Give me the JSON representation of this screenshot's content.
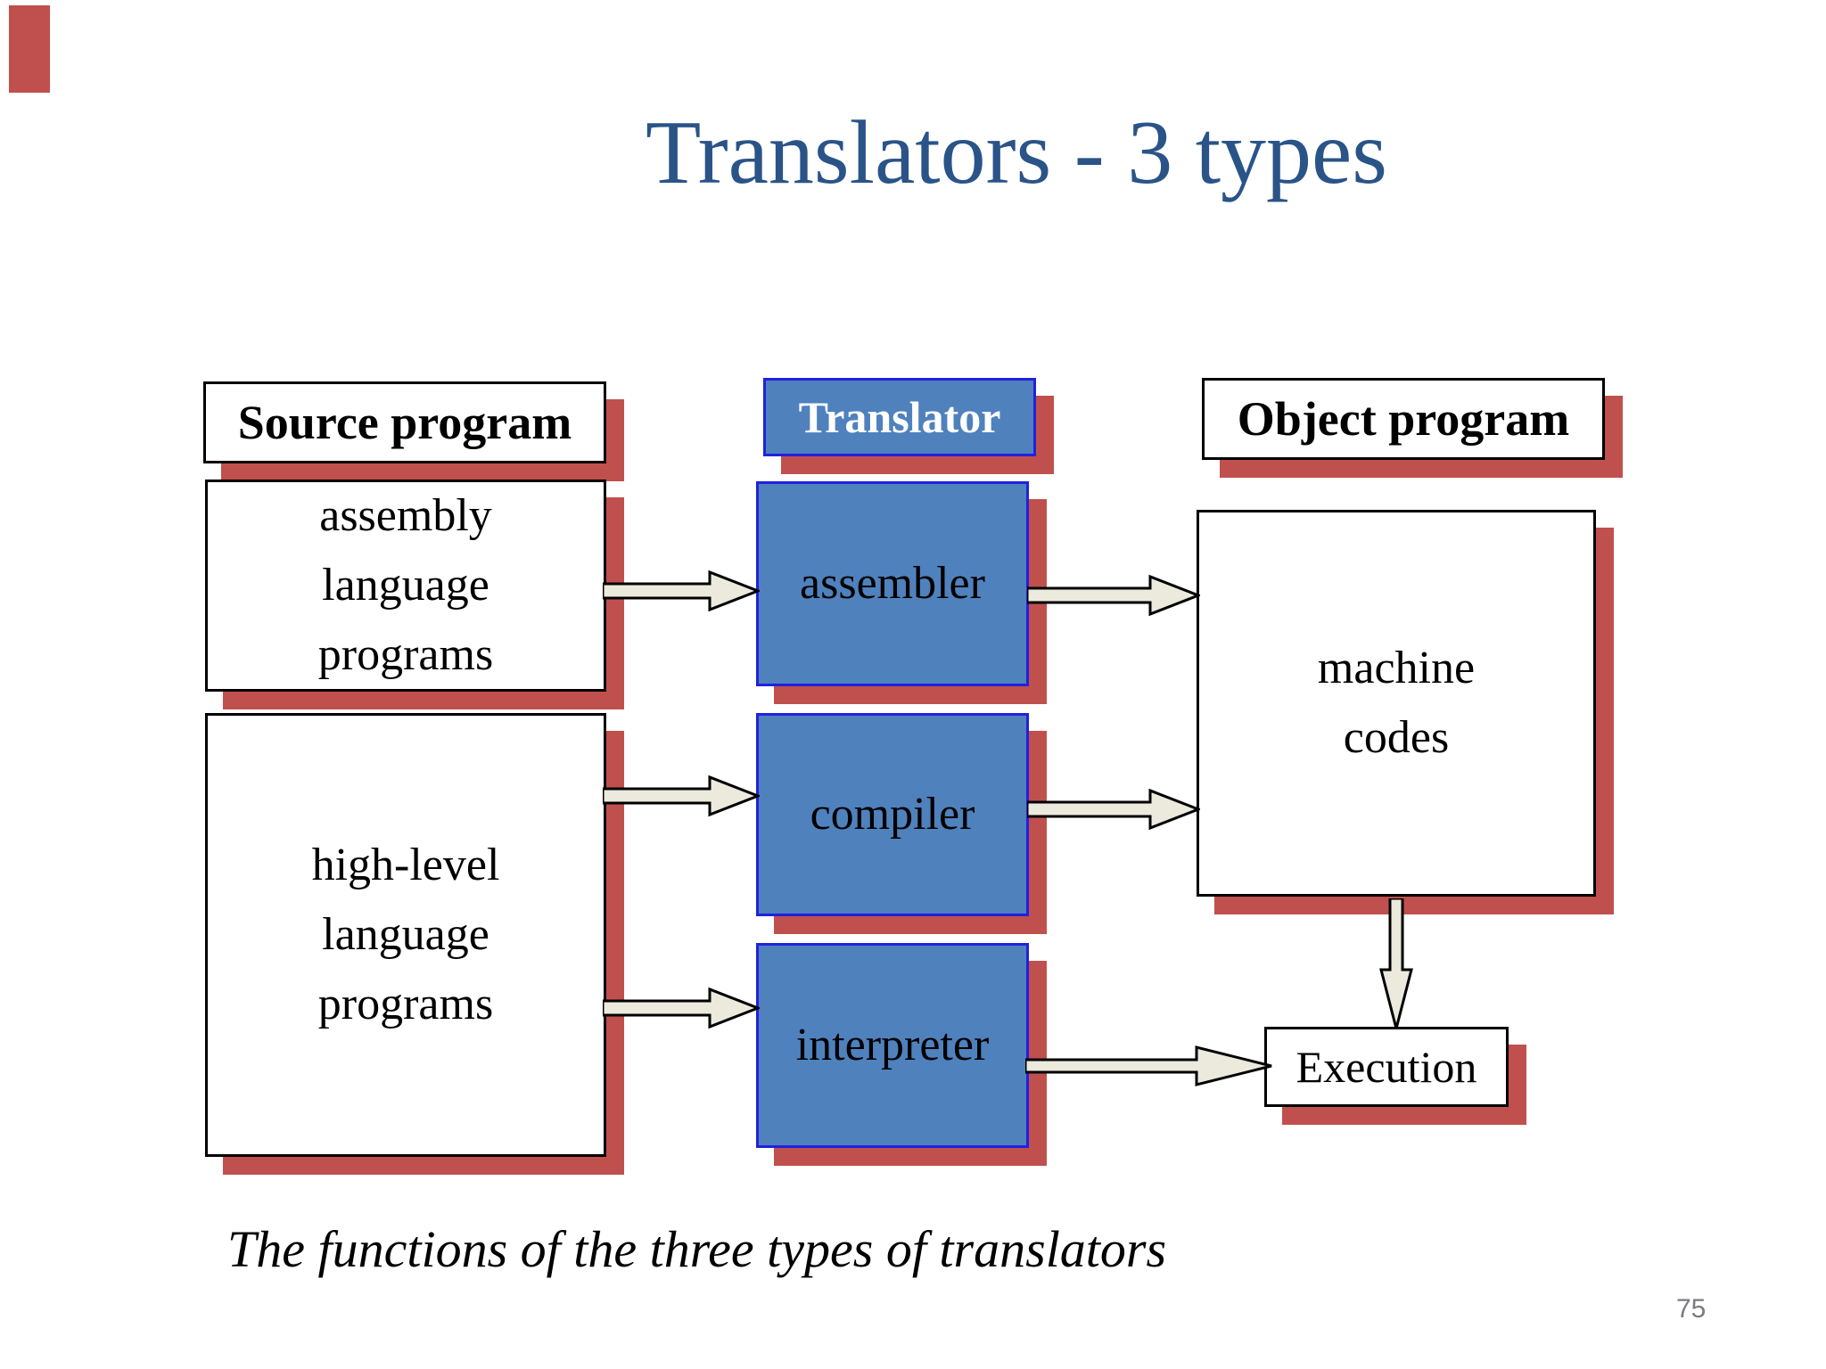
{
  "slide": {
    "title": "Translators - 3 types",
    "caption": "The functions of the three types of translators",
    "page_number": "75"
  },
  "columns": {
    "source": "Source program",
    "translator": "Translator",
    "object": "Object program"
  },
  "boxes": {
    "assembly_programs": "assembly\nlanguage\nprograms",
    "high_level_programs": "high-level\nlanguage\nprograms",
    "assembler": "assembler",
    "compiler": "compiler",
    "interpreter": "interpreter",
    "machine_codes": "machine\ncodes",
    "execution": "Execution"
  },
  "diagram_edges": [
    {
      "from": "assembly language programs",
      "to": "assembler"
    },
    {
      "from": "assembler",
      "to": "machine codes"
    },
    {
      "from": "high-level language programs",
      "to": "compiler"
    },
    {
      "from": "compiler",
      "to": "machine codes"
    },
    {
      "from": "high-level language programs",
      "to": "interpreter"
    },
    {
      "from": "interpreter",
      "to": "Execution"
    },
    {
      "from": "machine codes",
      "to": "Execution"
    }
  ],
  "colors": {
    "title_blue": "#2a5488",
    "box_blue": "#4f81bd",
    "box_blue_border": "#2121de",
    "shadow_red": "#c0504d",
    "arrow_fill": "#ece9dd",
    "page_gray": "#7a7a82"
  }
}
